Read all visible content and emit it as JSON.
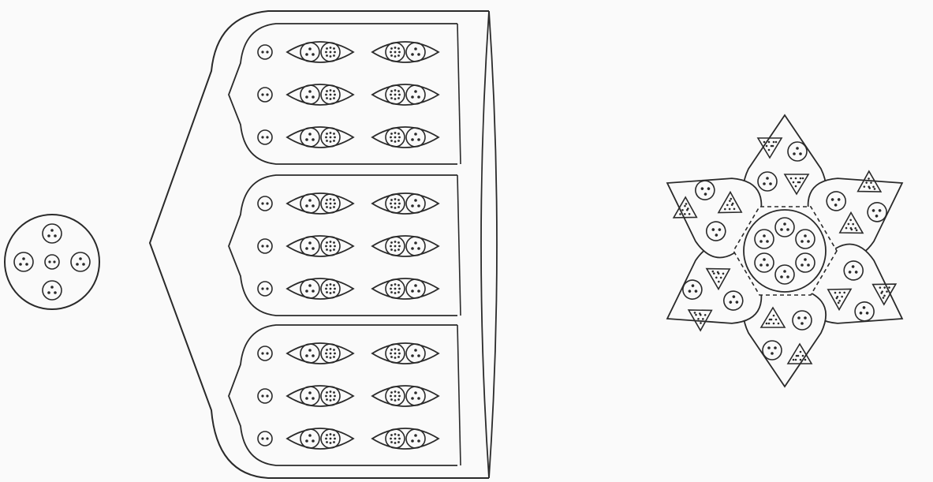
{
  "figure": {
    "background": "#fafafa",
    "ink": "#2a2a2a",
    "parts": [
      {
        "name": "circle-figure",
        "description_level": "none"
      },
      {
        "name": "shield-figure",
        "panel_count": 3,
        "rows_per_panel": 3
      },
      {
        "name": "star-figure",
        "points": 6
      }
    ]
  }
}
